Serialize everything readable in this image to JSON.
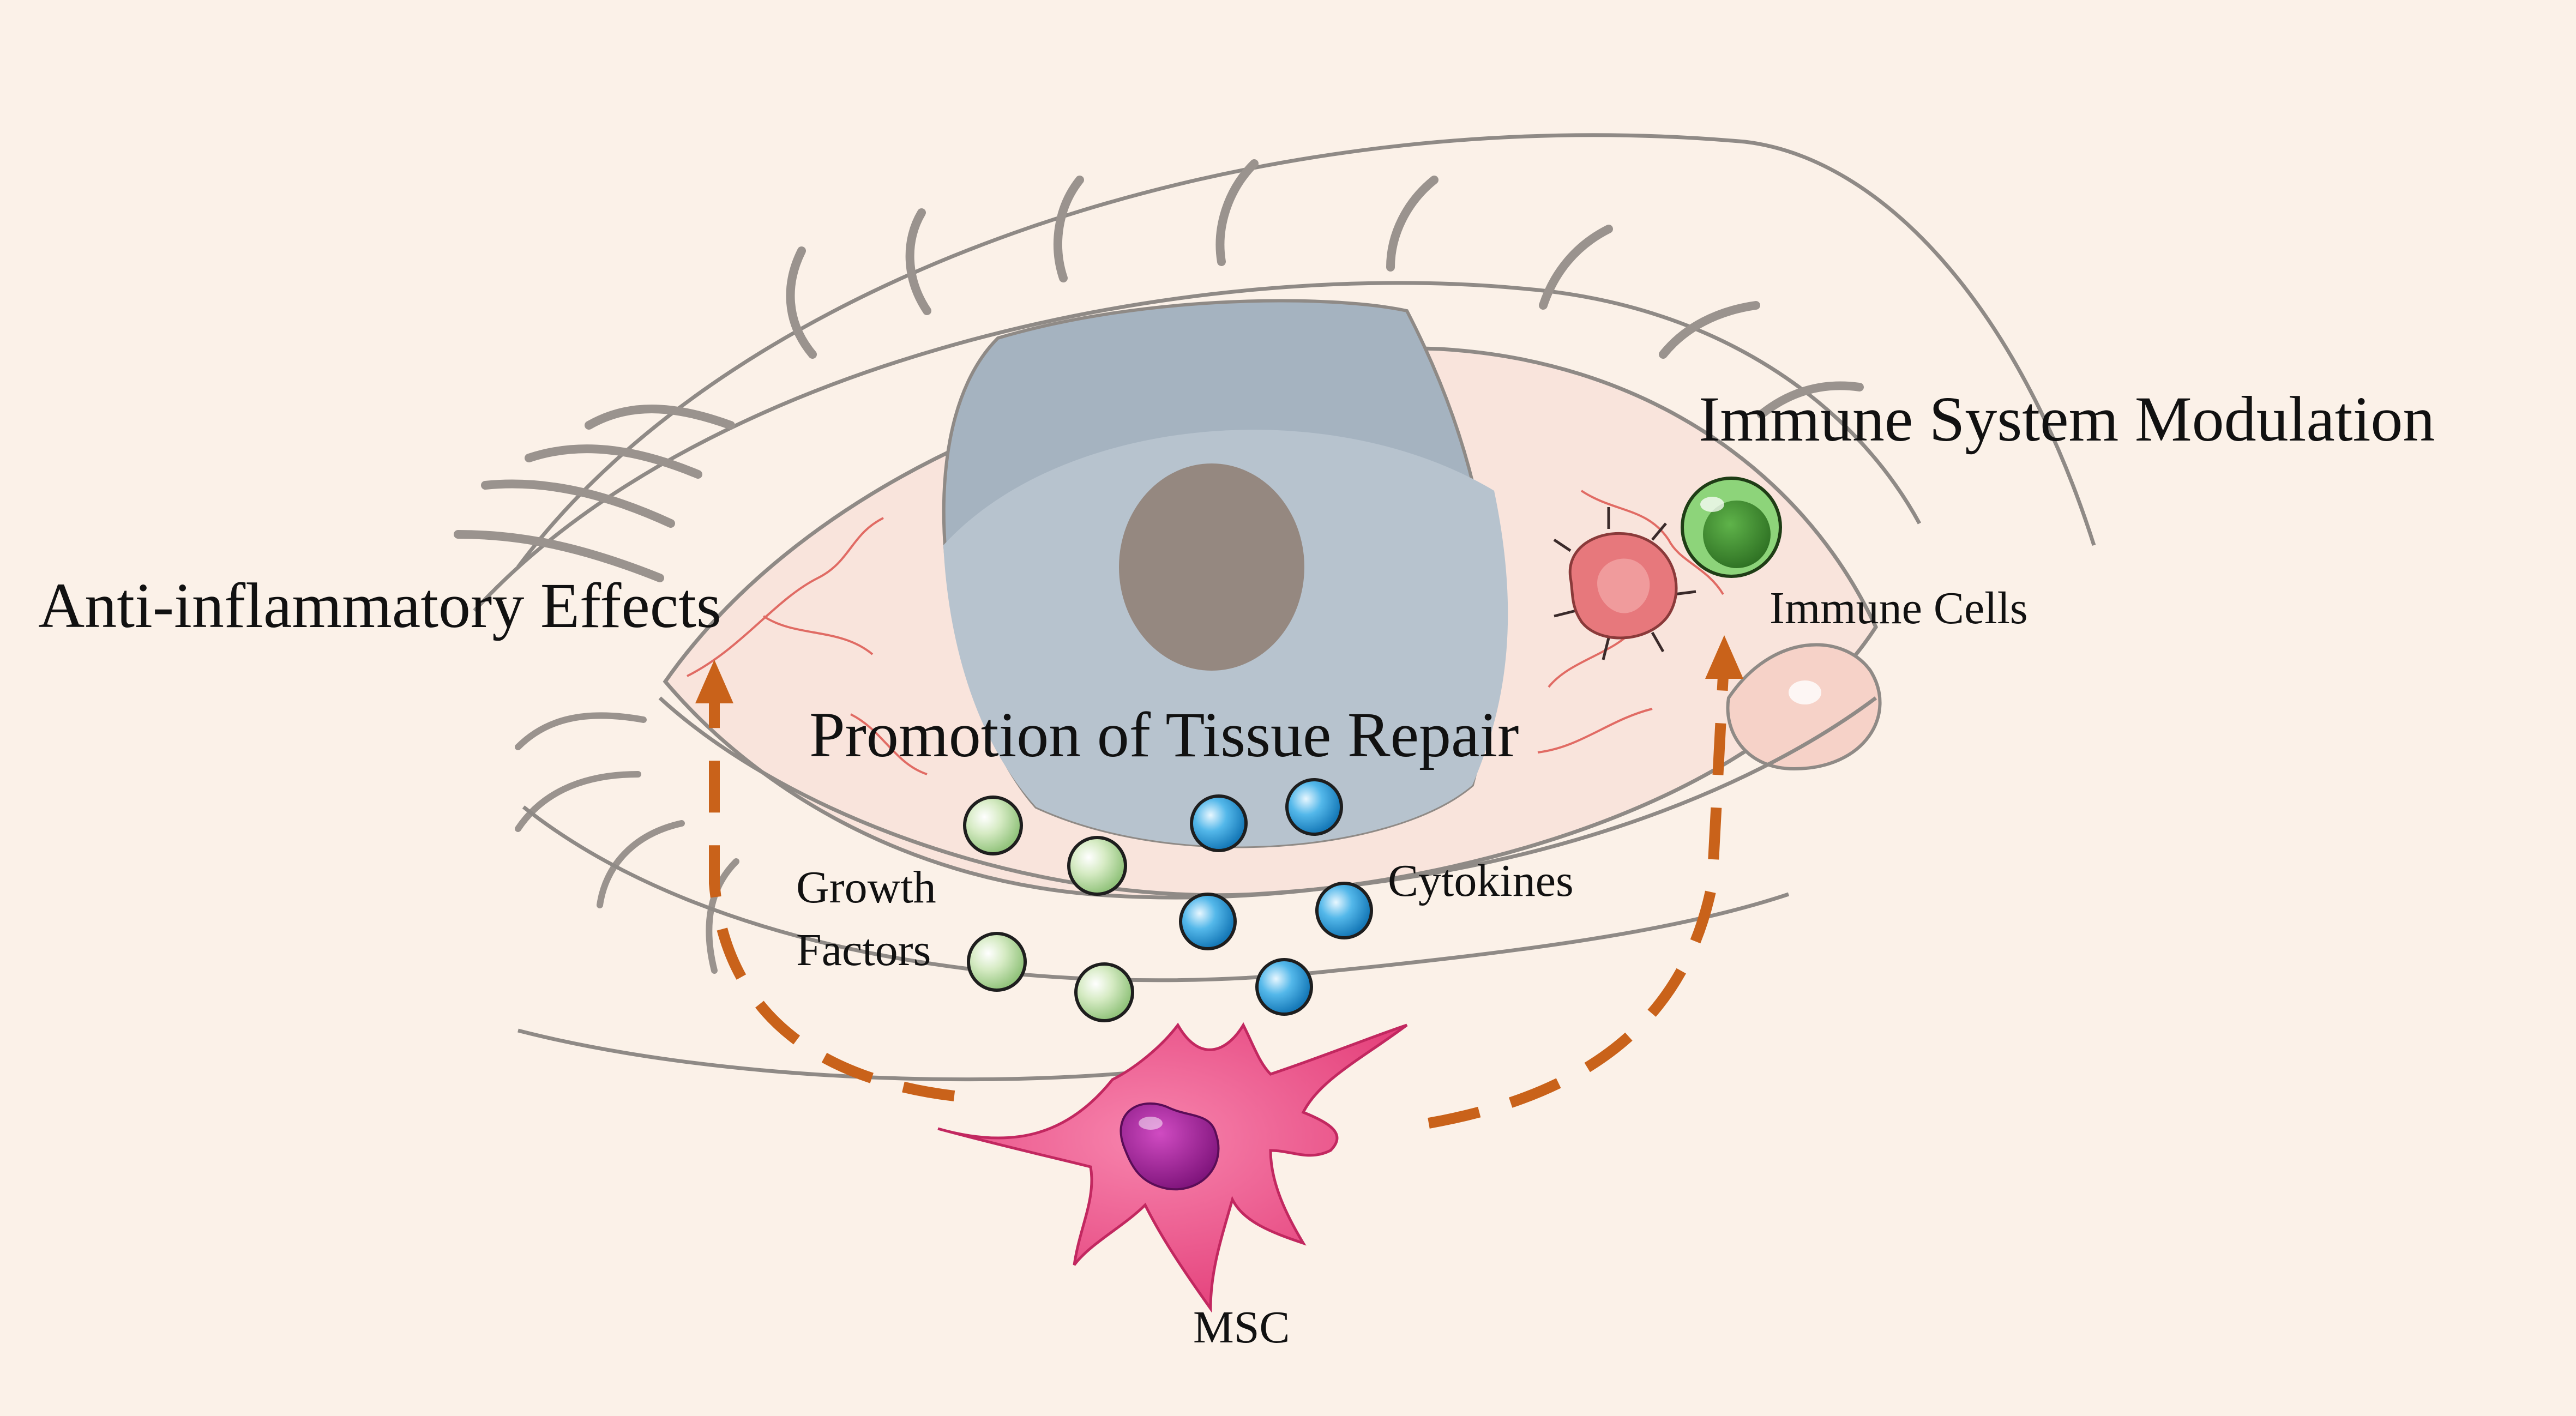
{
  "colors": {
    "background": "#fbf1e8",
    "sclera": "#f9e4dc",
    "iris": "#a5b3c0",
    "pupil": "#958880",
    "arrow": "#c9621a",
    "msc": "#ec4f85",
    "msc_nucleus": "#9e1f8f",
    "growth_factor": "#b9dba0",
    "cytokine": "#39a4dc",
    "immune_cell_green": "#3f8a2e",
    "immune_cell_red": "#e7787c"
  },
  "labels": {
    "anti_inflammatory": "Anti-inflammatory Effects",
    "immune_modulation": "Immune System Modulation",
    "tissue_repair": "Promotion of Tissue Repair",
    "growth_factors_line1": "Growth",
    "growth_factors_line2": "Factors",
    "cytokines": "Cytokines",
    "immune_cells": "Immune Cells",
    "msc": "MSC"
  },
  "icons": {
    "eye": "eye-illustration",
    "msc_cell": "mesenchymal-stem-cell-icon",
    "growth_factor": "green-sphere-icon",
    "cytokine": "blue-sphere-icon",
    "immune_cells": [
      "red-macrophage-icon",
      "green-lymphocyte-icon"
    ],
    "arrows": [
      "dashed-arrow-up-left",
      "dashed-arrow-up-right"
    ]
  }
}
